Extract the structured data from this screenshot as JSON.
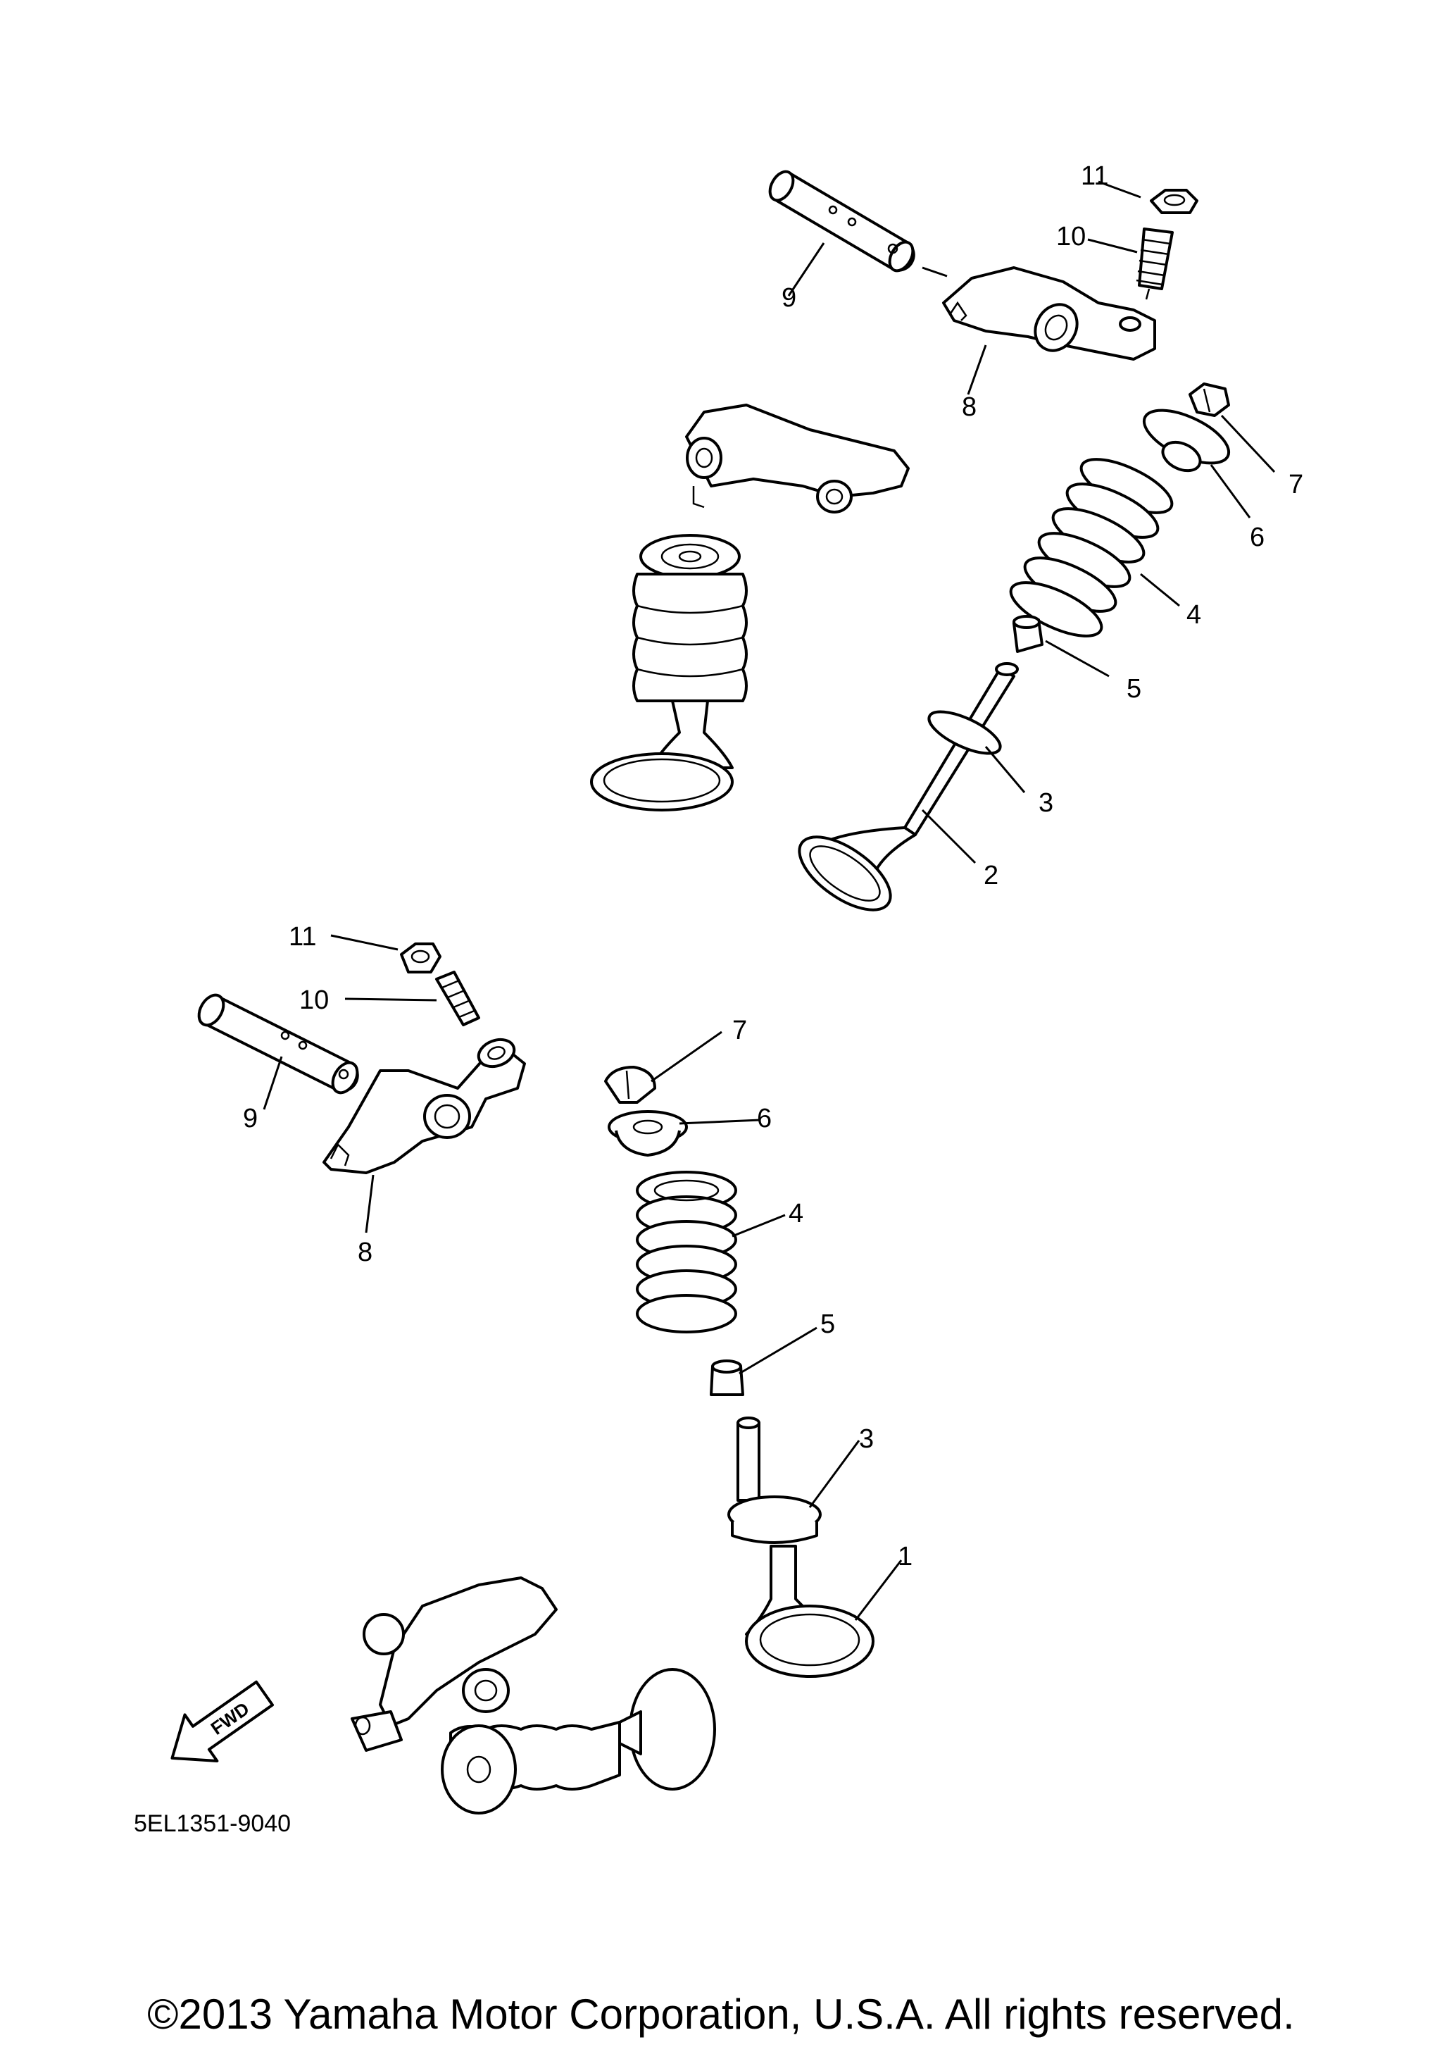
{
  "diagram": {
    "code": "5EL1351-9040",
    "copyright": "©2013 Yamaha Motor Corporation, U.S.A. All rights reserved.",
    "fwd_label": "FWD",
    "callouts": {
      "upper": {
        "c11": "11",
        "c10": "10",
        "c9": "9",
        "c8": "8",
        "c7": "7",
        "c6": "6",
        "c4": "4",
        "c5": "5",
        "c3": "3",
        "c2": "2"
      },
      "lower": {
        "c11": "11",
        "c10": "10",
        "c9": "9",
        "c8": "8",
        "c7": "7",
        "c6": "6",
        "c4": "4",
        "c5": "5",
        "c3": "3",
        "c1": "1"
      }
    }
  }
}
